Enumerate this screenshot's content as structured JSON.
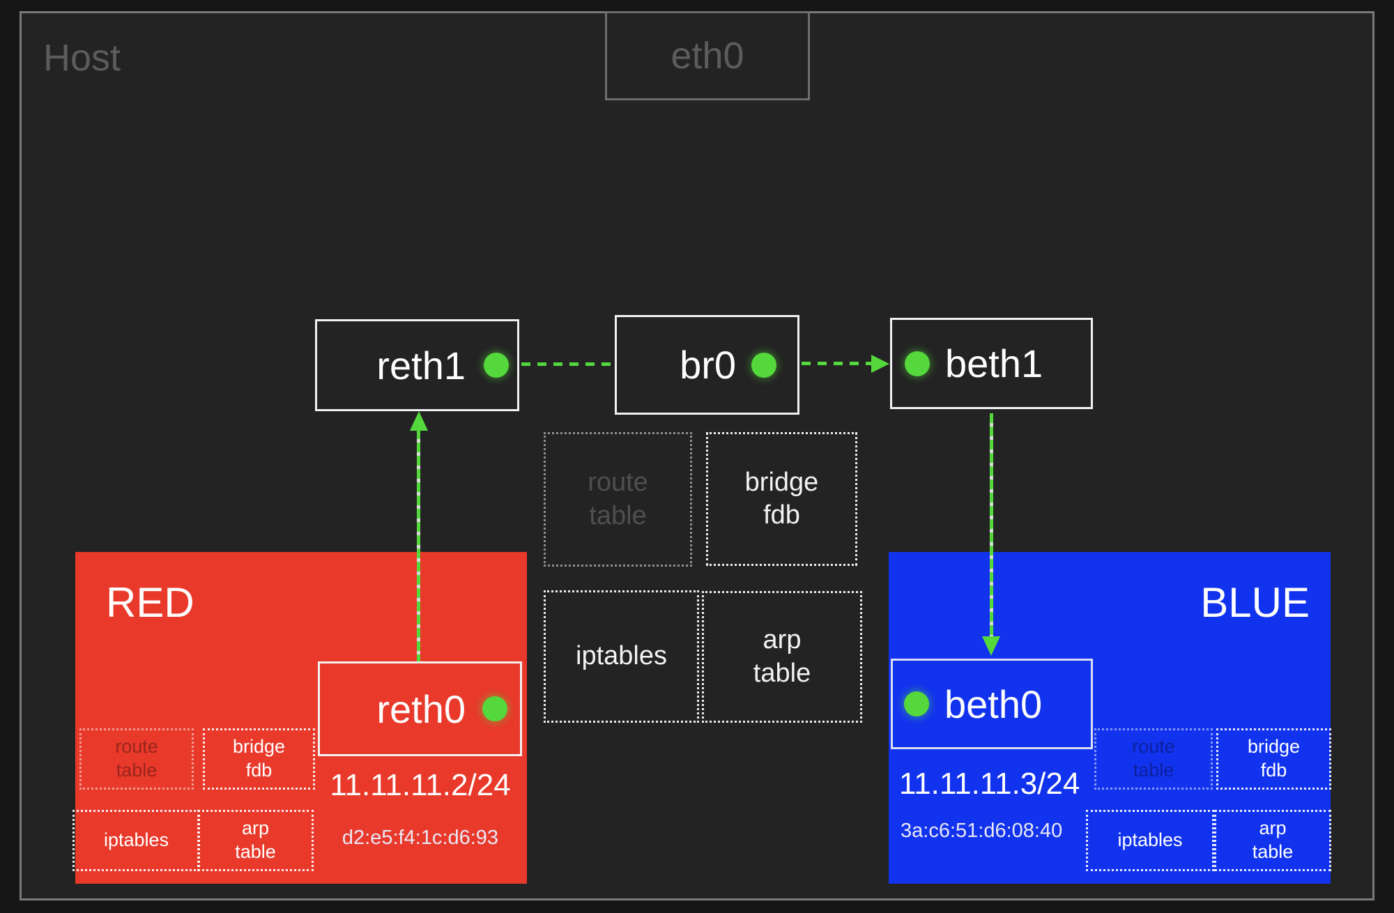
{
  "colors": {
    "green": "#55d83c",
    "red": "#e8392b",
    "blue": "#1233ee"
  },
  "host": {
    "label": "Host",
    "eth0_label": "eth0",
    "tables": {
      "route_table": "route\ntable",
      "bridge_fdb": "bridge\nfdb",
      "iptables": "iptables",
      "arp_table": "arp\ntable"
    }
  },
  "bridge_row": {
    "reth1_label": "reth1",
    "br0_label": "br0",
    "beth1_label": "beth1"
  },
  "namespaces": {
    "red": {
      "name": "RED",
      "color": "#e8392b",
      "interface_label": "reth0",
      "ip": "11.11.11.2/24",
      "mac": "d2:e5:f4:1c:d6:93",
      "tables": {
        "route_table": "route\ntable",
        "bridge_fdb": "bridge\nfdb",
        "iptables": "iptables",
        "arp_table": "arp\ntable"
      }
    },
    "blue": {
      "name": "BLUE",
      "color": "#1233ee",
      "interface_label": "beth0",
      "ip": "11.11.11.3/24",
      "mac": "3a:c6:51:d6:08:40",
      "tables": {
        "route_table": "route\ntable",
        "bridge_fdb": "bridge\nfdb",
        "iptables": "iptables",
        "arp_table": "arp\ntable"
      }
    }
  }
}
